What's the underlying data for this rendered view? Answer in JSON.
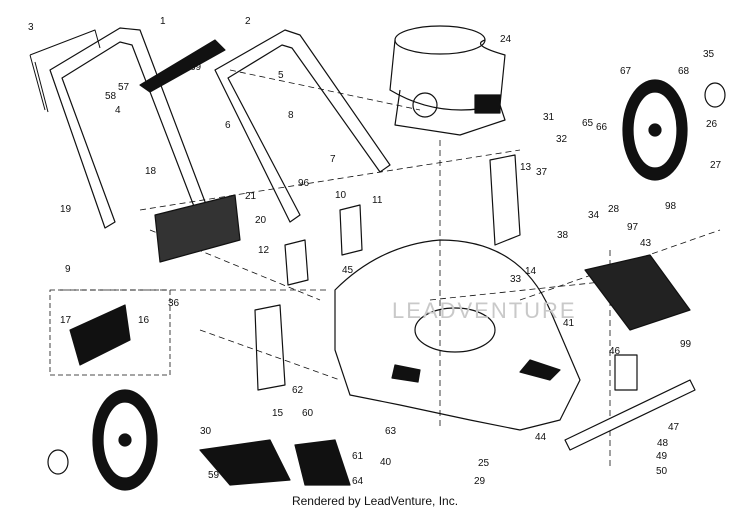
{
  "callouts": [
    "1",
    "2",
    "3",
    "4",
    "5",
    "6",
    "7",
    "8",
    "9",
    "10",
    "11",
    "12",
    "13",
    "14",
    "15",
    "16",
    "17",
    "18",
    "19",
    "20",
    "21",
    "24",
    "25",
    "26",
    "27",
    "28",
    "29",
    "30",
    "31",
    "32",
    "33",
    "34",
    "35",
    "36",
    "37",
    "38",
    "40",
    "41",
    "43",
    "44",
    "45",
    "46",
    "47",
    "48",
    "49",
    "50",
    "57",
    "58",
    "59",
    "60",
    "61",
    "62",
    "63",
    "64",
    "65",
    "66",
    "67",
    "68",
    "69",
    "96",
    "97",
    "98",
    "99"
  ],
  "watermark": "LEADVENTURE",
  "footer": "Rendered by LeadVenture, Inc."
}
